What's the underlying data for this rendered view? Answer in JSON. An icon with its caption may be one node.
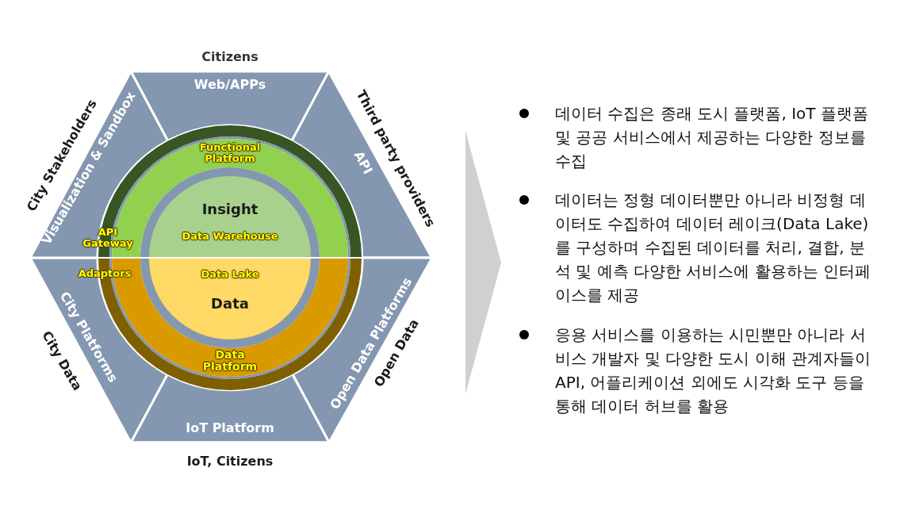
{
  "diagram": {
    "nodes": [
      {
        "text": [
          "Web/APPs"
        ],
        "beside": [
          "Citizens"
        ]
      },
      {
        "text": [
          "API"
        ],
        "beside": [
          "Third party providers"
        ]
      },
      {
        "text": [
          "Open Data Platforms"
        ],
        "beside": [
          "Open Data"
        ]
      },
      {
        "text": [
          "IoT Platform"
        ],
        "beside": [
          "IoT, Citizens"
        ]
      },
      {
        "text": [
          "City Platforms"
        ],
        "beside": [
          "City Data"
        ]
      },
      {
        "text": [
          "Visualization & Sandbox"
        ],
        "beside": [
          "City Stakeholders"
        ]
      },
      {
        "text": [
          "Functional Platform",
          "API Gateway"
        ]
      },
      {
        "text": [
          "Adaptors",
          "Data Platform"
        ]
      },
      {
        "text": [
          "Insight",
          "Data Warehouse"
        ]
      },
      {
        "text": [
          "Data Lake",
          "Data"
        ]
      }
    ],
    "edges": [],
    "labels": [
      "데이터 수집은 종래 도시 플랫폼, IoT 플랫폼 및 공공 서비스에서 제공하는 다양한 정보를 수집",
      "데이터는 정형 데이터뿐만 아니라 비정형 데이터도 수집하여 데이터 레이크(Data Lake)를 구성하며 수집된 데이터를 처리, 결합,  분석 및 예측 다양한 서비스에 활용하는  인터페이스를 제공",
      "응용 서비스를 이용하는 시민뿐만 아니라 서비스 개발자 및 다양한 도시 이해 관계자들이 API, 어플리케이션 외에도 시각화 도구 등을 통해 데이터 허브를 활용"
    ]
  }
}
